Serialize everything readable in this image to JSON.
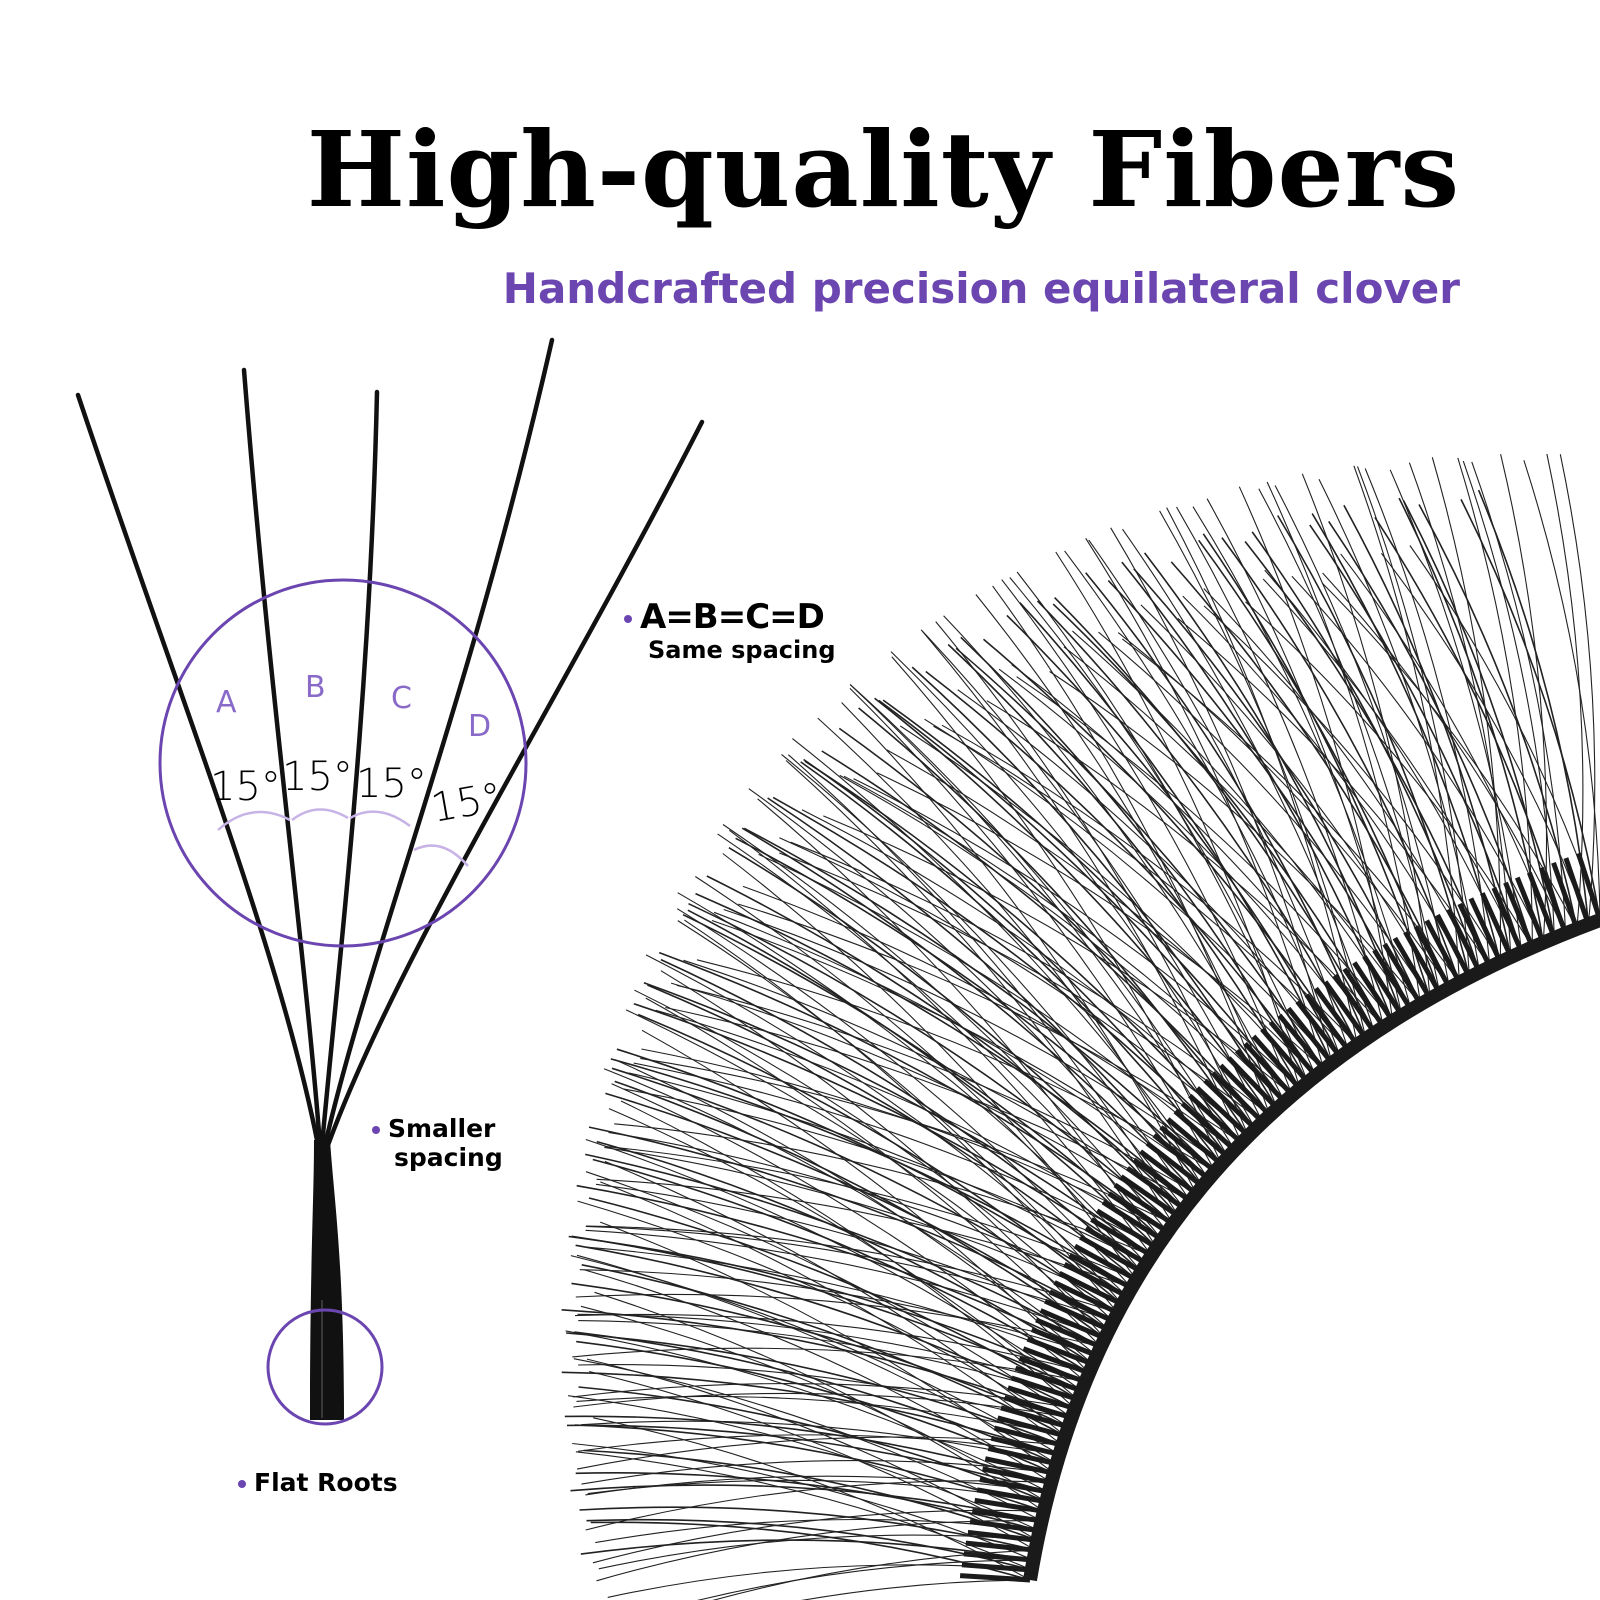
{
  "header": {
    "title": "High-quality Fibers",
    "subtitle": "Handcrafted precision equilateral clover"
  },
  "diagram": {
    "labels": [
      "A",
      "B",
      "C",
      "D"
    ],
    "angles": [
      "15°",
      "15°",
      "15°",
      "15°"
    ]
  },
  "callouts": {
    "equal_spacing": "A=B=C=D",
    "equal_spacing_sub": "Same spacing",
    "smaller_spacing_line1": "Smaller",
    "smaller_spacing_line2": "spacing",
    "flat_roots": "Flat Roots"
  },
  "colors": {
    "accent": "#6b45b0",
    "light_accent": "#c7b3e6",
    "fiber": "#111111",
    "background": "#ffffff"
  }
}
